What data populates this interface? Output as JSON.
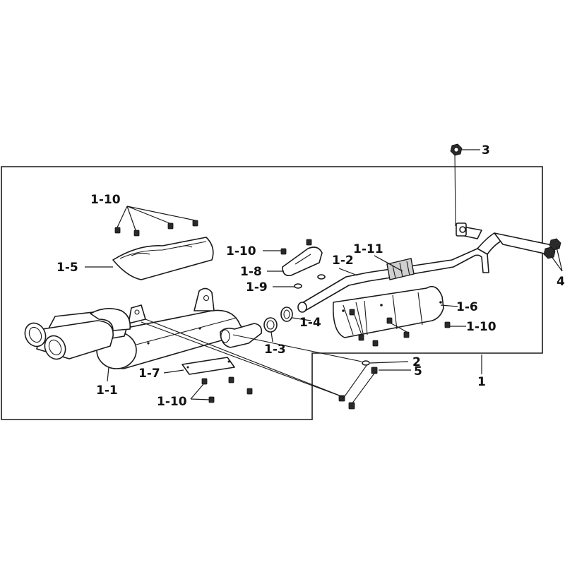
{
  "diagram": {
    "callouts": {
      "c1_1": "1-1",
      "c1_2": "1-2",
      "c1_3": "1-3",
      "c1_4": "1-4",
      "c1_5": "1-5",
      "c1_6": "1-6",
      "c1_7": "1-7",
      "c1_8": "1-8",
      "c1_9": "1-9",
      "c1_10": "1-10",
      "c1_11": "1-11",
      "c1": "1",
      "c2": "2",
      "c3": "3",
      "c4": "4",
      "c5": "5"
    }
  }
}
